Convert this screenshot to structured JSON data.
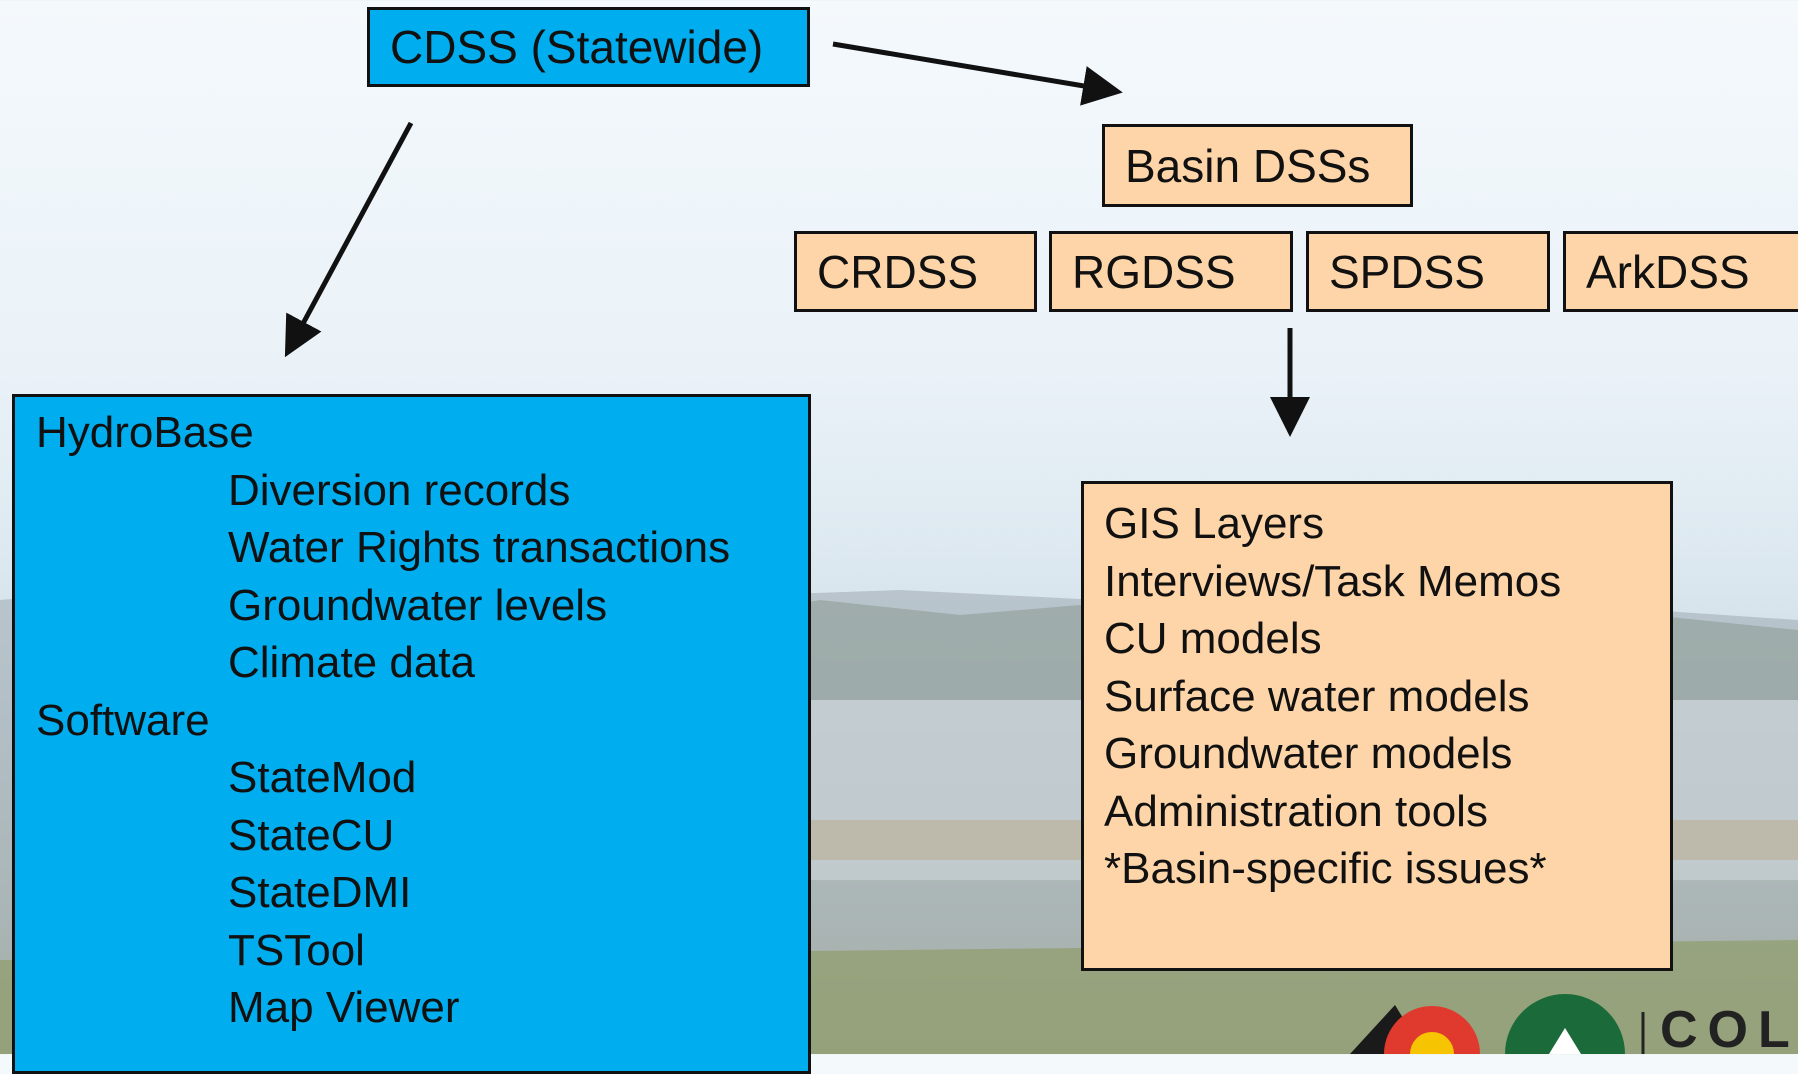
{
  "root": {
    "label": "CDSS (Statewide)"
  },
  "basin": {
    "label": "Basin DSSs",
    "children": [
      "CRDSS",
      "RGDSS",
      "SPDSS",
      "ArkDSS"
    ]
  },
  "statewide_box": {
    "items": [
      {
        "text": "HydroBase",
        "indent": false
      },
      {
        "text": "Diversion records",
        "indent": true
      },
      {
        "text": "Water Rights transactions",
        "indent": true
      },
      {
        "text": "Groundwater levels",
        "indent": true
      },
      {
        "text": "Climate data",
        "indent": true
      },
      {
        "text": "Software",
        "indent": false
      },
      {
        "text": "StateMod",
        "indent": true
      },
      {
        "text": "StateCU",
        "indent": true
      },
      {
        "text": "StateDMI",
        "indent": true
      },
      {
        "text": "TSTool",
        "indent": true
      },
      {
        "text": "Map Viewer",
        "indent": true
      }
    ]
  },
  "basin_box": {
    "items": [
      "GIS Layers",
      "Interviews/Task Memos",
      "CU models",
      "Surface water models",
      "Groundwater models",
      "Administration tools",
      "*Basin-specific issues*"
    ]
  },
  "logo": {
    "text": "COLO"
  },
  "colors": {
    "blue": "#00aeef",
    "peach": "#fdd5a8",
    "border": "#111111"
  }
}
